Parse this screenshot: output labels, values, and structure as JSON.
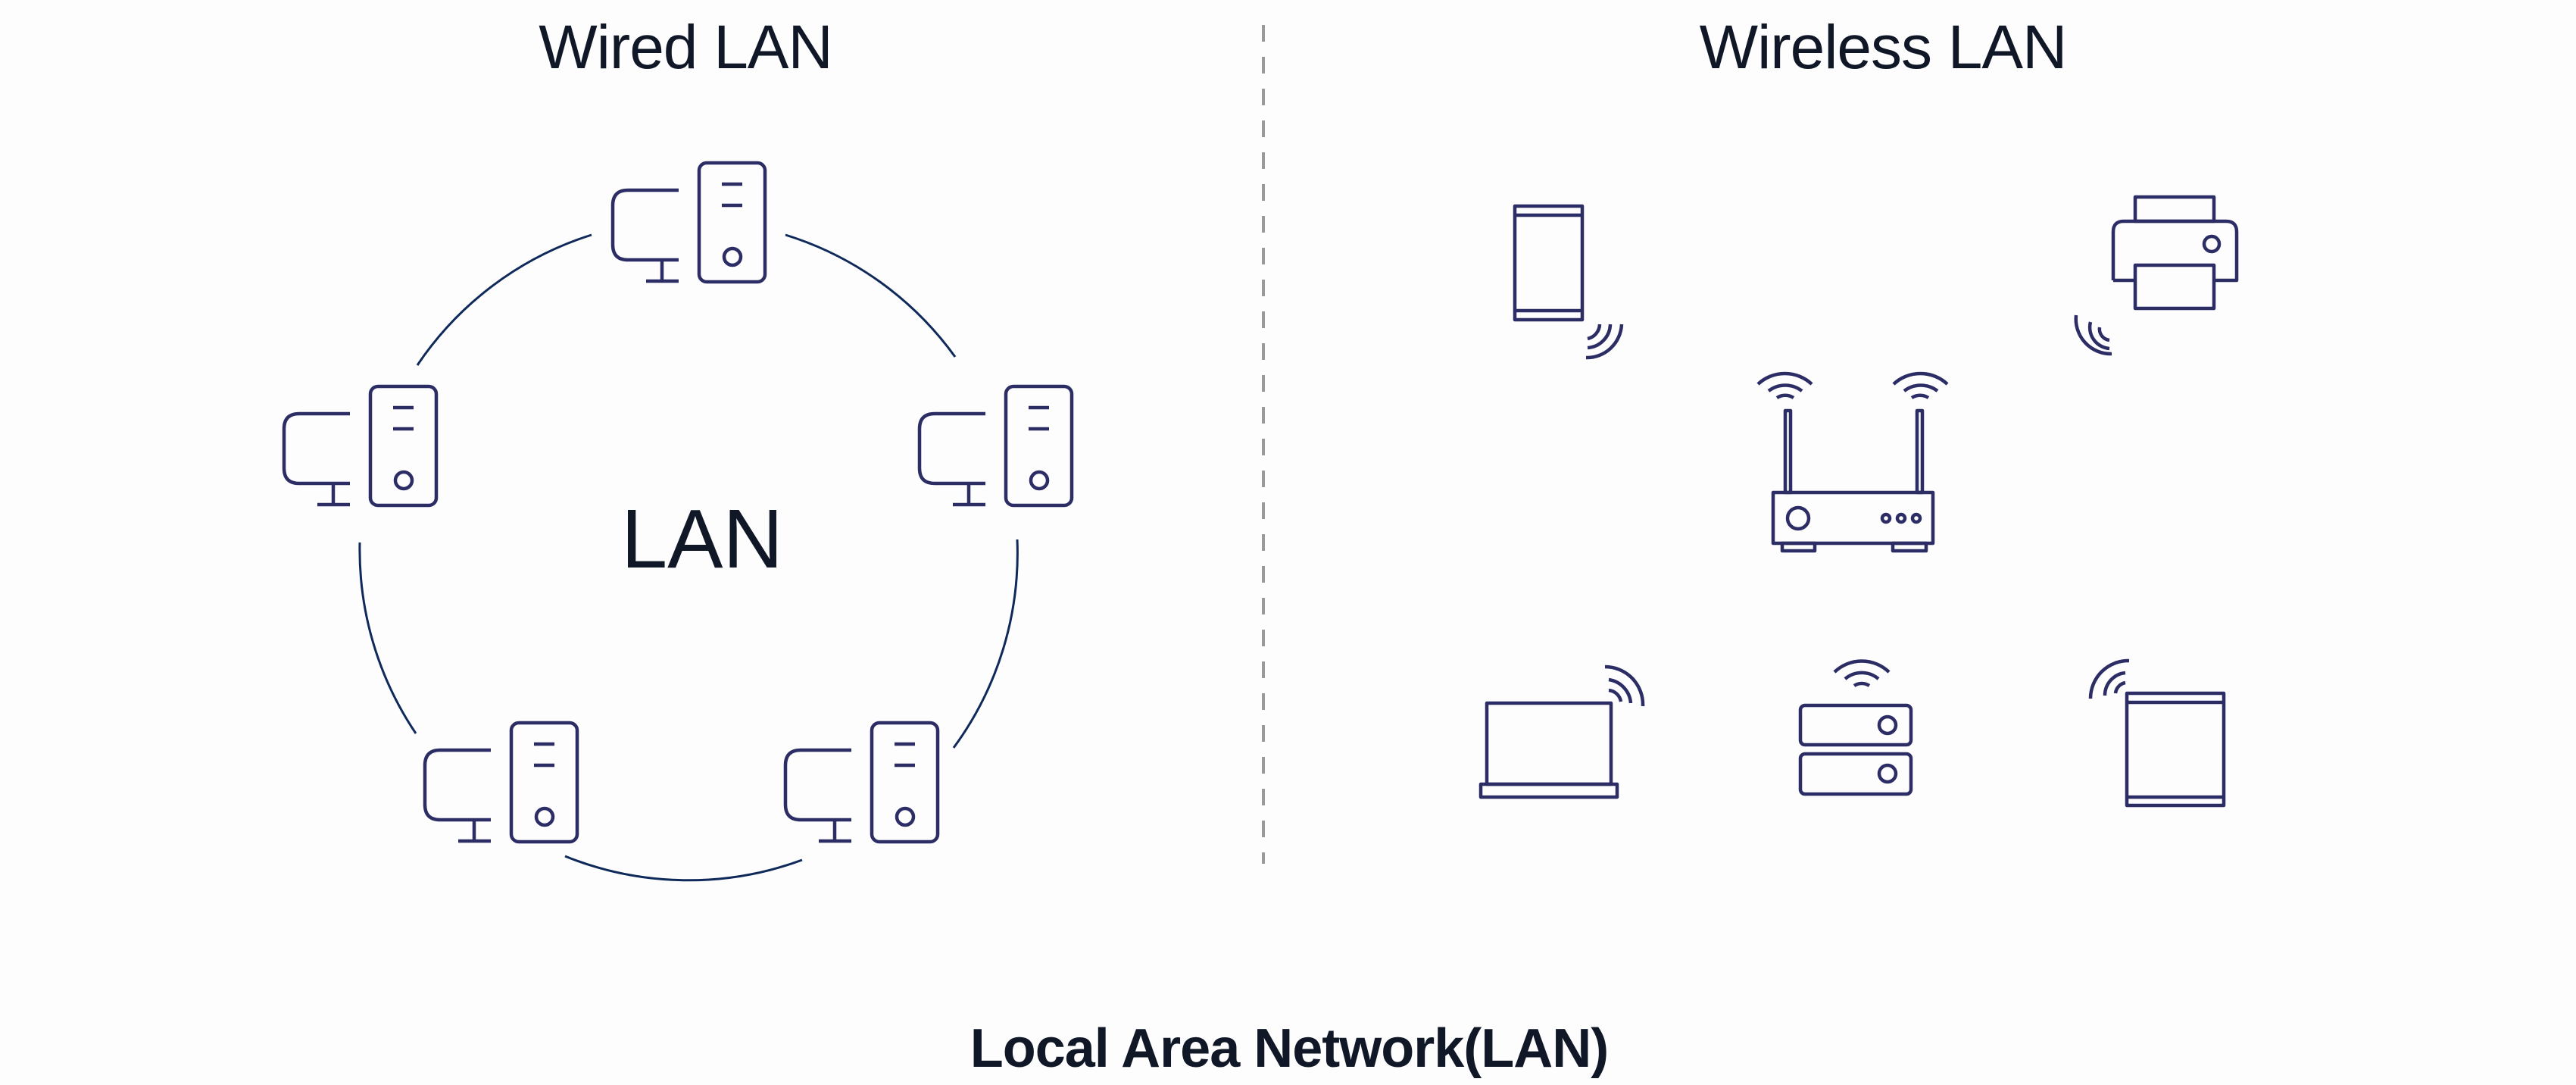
{
  "sections": {
    "wired": {
      "title": "Wired LAN",
      "center_label": "LAN",
      "device_count": 5,
      "device_type": "desktop-computer",
      "topology": "ring"
    },
    "wireless": {
      "title": "Wireless LAN",
      "devices": [
        {
          "name": "smartphone",
          "icon": "smartphone-icon"
        },
        {
          "name": "printer",
          "icon": "printer-icon"
        },
        {
          "name": "router",
          "icon": "wifi-router-icon"
        },
        {
          "name": "laptop",
          "icon": "laptop-icon"
        },
        {
          "name": "server",
          "icon": "server-icon"
        },
        {
          "name": "tablet",
          "icon": "tablet-icon"
        }
      ]
    }
  },
  "footer": {
    "title": "Local Area Network(LAN)"
  },
  "colors": {
    "icon_stroke": "#2c2d65",
    "ring_stroke": "#0f2a5a",
    "text": "#101828",
    "divider": "#9a9a9a"
  }
}
